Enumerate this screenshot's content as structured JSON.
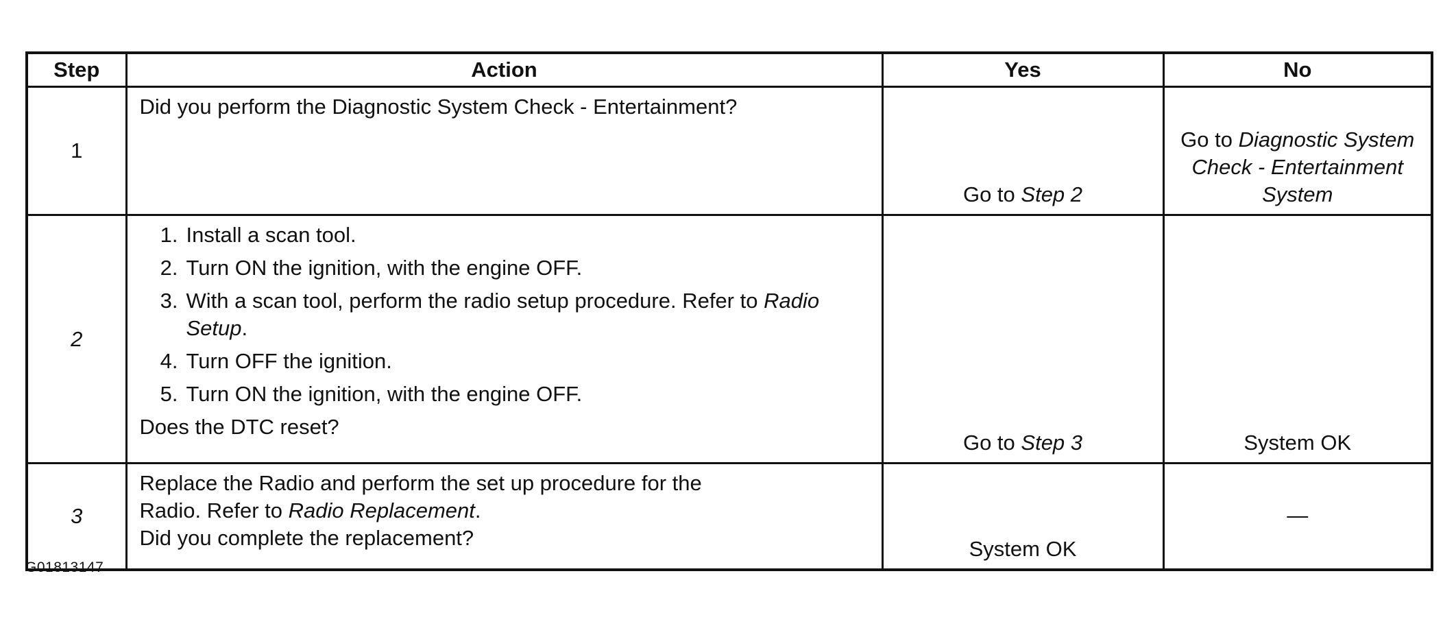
{
  "table": {
    "headers": {
      "step": "Step",
      "action": "Action",
      "yes": "Yes",
      "no": "No"
    },
    "rows": [
      {
        "step": "1",
        "action": "Did you perform the Diagnostic System Check - Entertainment?",
        "yes_prefix": "Go to ",
        "yes_ref": "Step 2",
        "no_prefix": "Go to ",
        "no_ref": "Diagnostic System Check - Entertainment System"
      },
      {
        "step": "2",
        "substeps": [
          {
            "num": "1.",
            "text": "Install a scan tool."
          },
          {
            "num": "2.",
            "text": "Turn ON the ignition, with the engine OFF."
          },
          {
            "num": "3.",
            "text": "With a scan tool, perform the radio setup procedure. Refer to ",
            "ref": "Radio Setup",
            "tail": "."
          },
          {
            "num": "4.",
            "text": "Turn OFF the ignition."
          },
          {
            "num": "5.",
            "text": "Turn ON the ignition, with the engine OFF."
          }
        ],
        "question": "Does the DTC reset?",
        "yes_prefix": "Go to ",
        "yes_ref": "Step 3",
        "no": "System OK"
      },
      {
        "step": "3",
        "action_line1": "Replace the Radio and perform the set up procedure for the",
        "action_line2_prefix": "Radio. Refer to ",
        "action_line2_ref": "Radio Replacement",
        "action_line2_tail": ".",
        "question": "Did you complete the replacement?",
        "yes": "System OK",
        "no": "—"
      }
    ]
  },
  "figure_id": "G01813147"
}
